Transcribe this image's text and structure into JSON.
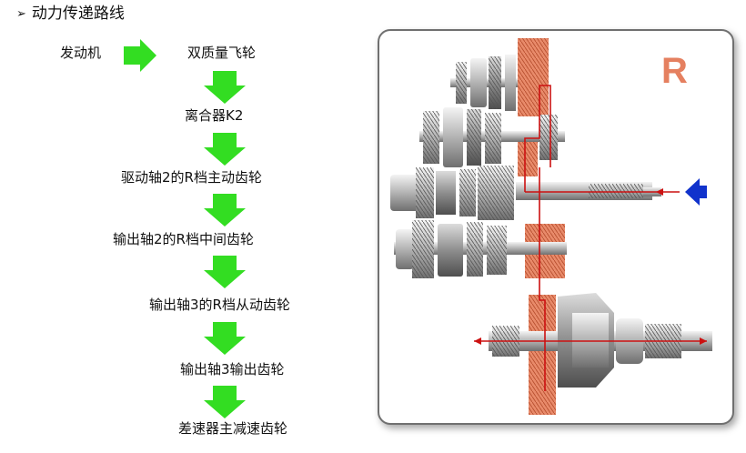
{
  "heading": "动力传递路线",
  "flow": {
    "engine": "发动机",
    "flywheel": "双质量飞轮",
    "steps": [
      "离合器K2",
      "驱动轴2的R档主动齿轮",
      "输出轴2的R档中间齿轮",
      "输出轴3的R档从动齿轮",
      "输出轴3输出齿轮",
      "差速器主减速齿轮"
    ]
  },
  "diagram": {
    "gear_label": "R",
    "colors": {
      "arrow_green": "#33dd22",
      "gear_orange": "#e88a6a",
      "path_red": "#cc1111",
      "input_arrow_blue": "#1133cc"
    }
  }
}
